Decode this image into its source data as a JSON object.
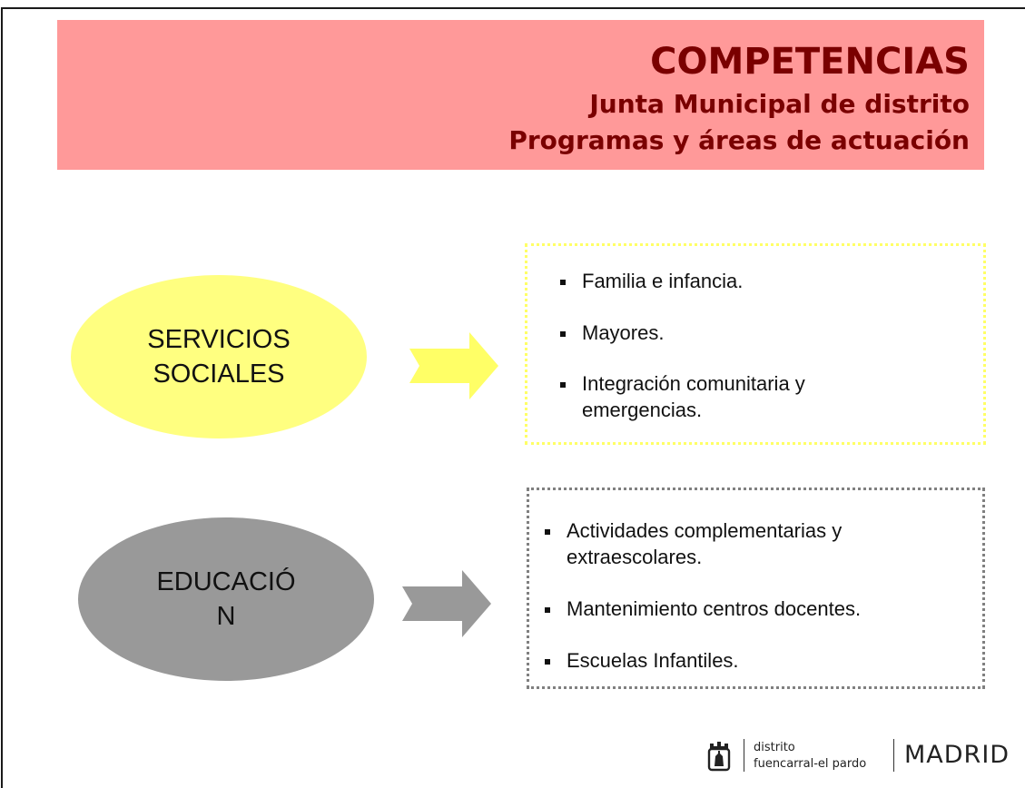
{
  "header": {
    "title": "COMPETENCIAS",
    "subtitle_line1": "Junta Municipal de distrito",
    "subtitle_line2": "Programas y áreas de actuación"
  },
  "sections": [
    {
      "label_line1": "SERVICIOS",
      "label_line2": "SOCIALES",
      "items": [
        {
          "line1": "Familia e infancia.",
          "line2": ""
        },
        {
          "line1": "Mayores.",
          "line2": ""
        },
        {
          "line1": "Integración comunitaria y",
          "line2": "emergencias."
        }
      ]
    },
    {
      "label_line1": "EDUCACIÓ",
      "label_line2": "N",
      "items": [
        {
          "line1": "Actividades complementarias y",
          "line2": "extraescolares."
        },
        {
          "line1": "Mantenimiento centros docentes.",
          "line2": ""
        },
        {
          "line1": "Escuelas Infantiles.",
          "line2": ""
        }
      ]
    }
  ],
  "footer": {
    "distrito": "distrito",
    "district_name": "fuencarral-el pardo",
    "city": "MADRID"
  },
  "colors": {
    "header_band": "#ff9999",
    "header_text": "#7a0000",
    "servicios_ellipse": "#ffff80",
    "servicios_arrow": "#ffff66",
    "servicios_border": "#ffff66",
    "educacion_ellipse": "#999999",
    "educacion_arrow": "#999999",
    "educacion_border": "#808080"
  }
}
